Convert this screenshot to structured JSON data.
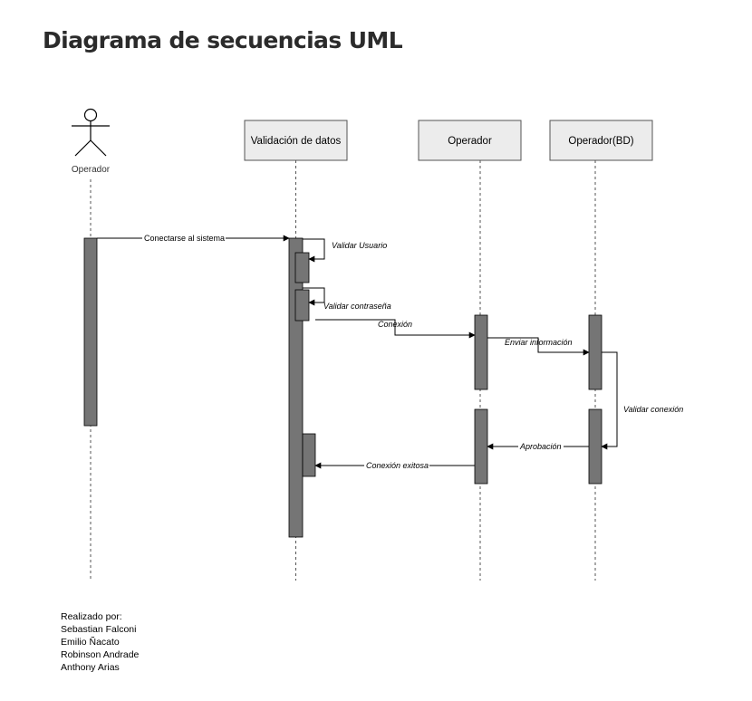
{
  "page": {
    "title": "Diagrama de secuencias UML"
  },
  "participants": {
    "actor": "Operador",
    "validation": "Validación de datos",
    "operator": "Operador",
    "operator_db": "Operador(BD)"
  },
  "messages": {
    "connect": "Conectarse al sistema",
    "validate_user": "Validar Usuario",
    "validate_password": "Validar contraseña",
    "connection": "Conexión",
    "send_info": "Enviar información",
    "validate_connection": "Validar conexión",
    "approval": "Aprobación",
    "success": "Conexión exitosa"
  },
  "credits": {
    "heading": "Realizado por:",
    "authors": [
      "Sebastian Falconi",
      "Emilio Ñacato",
      "Robinson Andrade",
      "Anthony Arias"
    ]
  },
  "colors": {
    "box_fill": "#ececec",
    "activation_fill": "#757575",
    "line": "#000000"
  }
}
